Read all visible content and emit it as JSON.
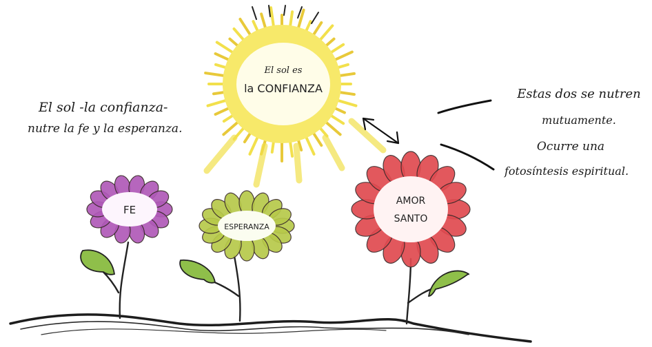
{
  "colors": {
    "sun_ray": "#f2e04c",
    "sun_fill": "#f7e96a",
    "sun_core": "#fffde8",
    "fe_petal": "#b05ab8",
    "esperanza_petal": "#b7c94a",
    "amor_petal": "#e04a50",
    "leaf": "#8fbf4a",
    "stem": "#222222"
  },
  "sun": {
    "label_line1": "El sol es",
    "label_line2": "la CONFIANZA"
  },
  "flowers": {
    "fe": {
      "label": "FE"
    },
    "esperanza": {
      "label": "ESPERANZA"
    },
    "amor": {
      "label_line1": "AMOR",
      "label_line2": "SANTO"
    }
  },
  "notes": {
    "left": {
      "line1": "El sol -la confianza-",
      "line2": "nutre la fe y la esperanza."
    },
    "right": {
      "line1": "Estas dos se nutren",
      "line2": "mutuamente.",
      "line3": "Ocurre una",
      "line4": "fotosíntesis espiritual."
    }
  }
}
